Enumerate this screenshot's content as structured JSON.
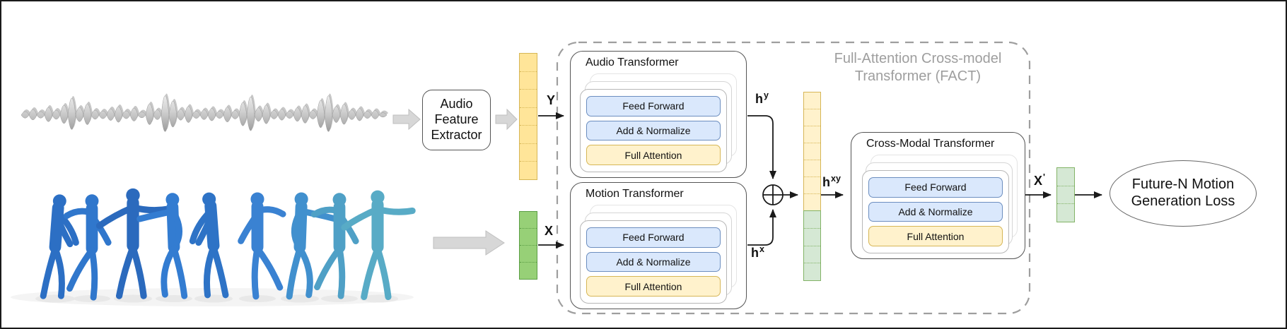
{
  "figure_title": "Full-Attention Cross-model\nTransformer (FACT)",
  "audio_feature_extractor": {
    "label": "Audio\nFeature\nExtractor"
  },
  "transformers": {
    "audio": {
      "title": "Audio Transformer",
      "layers": [
        "Feed Forward",
        "Add & Normalize",
        "Full Attention"
      ]
    },
    "motion": {
      "title": "Motion Transformer",
      "layers": [
        "Feed Forward",
        "Add & Normalize",
        "Full Attention"
      ]
    },
    "cross_modal": {
      "title": "Cross-Modal Transformer",
      "layers": [
        "Feed Forward",
        "Add & Normalize",
        "Full Attention"
      ]
    }
  },
  "io_labels": {
    "audio_tokens": {
      "base": "Y",
      "sup": ""
    },
    "motion_tokens": {
      "base": "X",
      "sup": ""
    },
    "audio_hidden": {
      "base": "h",
      "sup": "y"
    },
    "motion_hidden": {
      "base": "h",
      "sup": "x"
    },
    "merged_hidden": {
      "base": "h",
      "sup": "xy"
    },
    "output": {
      "base": "X",
      "sup": "'"
    }
  },
  "loss": {
    "label": "Future-N Motion\nGeneration Loss"
  },
  "columns": {
    "audio_tokens": {
      "cells": 7
    },
    "motion_tokens": {
      "cells": 4
    },
    "merged_audio": {
      "cells": 7
    },
    "merged_motion": {
      "cells": 4
    },
    "output": {
      "cells": 3
    }
  },
  "colors": {
    "yellow-strong": "#FFE599",
    "yellow-pale": "#FFF2CC",
    "yellow-border": "#D6B656",
    "green-strong": "#97D077",
    "green-strong-border": "#5B9E45",
    "green-pale": "#D5E8D4",
    "green-border": "#82B366",
    "blue-pale": "#DAE8FC",
    "blue-border": "#6C8EBF",
    "box-border": "#545454",
    "fact-gray": "#9E9E9E",
    "arrow-black": "#1A1A1A",
    "block-arrow-gray": "#D7D7D7",
    "dancer-blue": "#2F74C9",
    "dancer-teal": "#55A8C4",
    "waveform-gray": "#C9C9C9"
  }
}
